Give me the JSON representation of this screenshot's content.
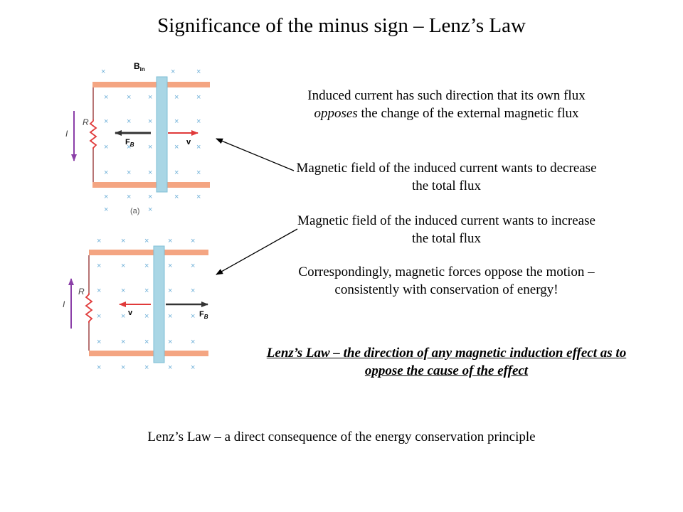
{
  "title": "Significance of the minus sign – Lenz’s Law",
  "paragraphs": {
    "p1_a": "Induced current has such direction that its own flux ",
    "p1_em": "opposes",
    "p1_b": " the change of the external magnetic flux",
    "p2": "Magnetic field of the induced current wants to decrease the total flux",
    "p3": "Magnetic field of the induced current wants to increase the total flux",
    "p4": "Correspondingly, magnetic forces oppose the motion – consistently with conservation of energy!"
  },
  "lenz_law": "Lenz’s Law – the direction of any magnetic induction effect as to oppose the cause of the effect",
  "footer": "Lenz’s Law – a direct consequence of the energy conservation principle",
  "figure_top": {
    "field_label": "B",
    "field_subscript": "in",
    "resistor_label": "R",
    "current_label": "I",
    "force_label": "F",
    "force_subscript": "B",
    "velocity_label": "v",
    "caption": "(a)"
  },
  "figure_bottom": {
    "resistor_label": "R",
    "current_label": "I",
    "force_label": "F",
    "force_subscript": "B",
    "velocity_label": "v"
  },
  "colors": {
    "rail": "#f4a582",
    "rod": "#a9d6e5",
    "rod_border": "#7fbfd6",
    "field_x": "#6fb0d8",
    "current_arrow": "#8b3fa8",
    "red_arrow": "#e03a3a",
    "resistor": "#e03a3a"
  }
}
